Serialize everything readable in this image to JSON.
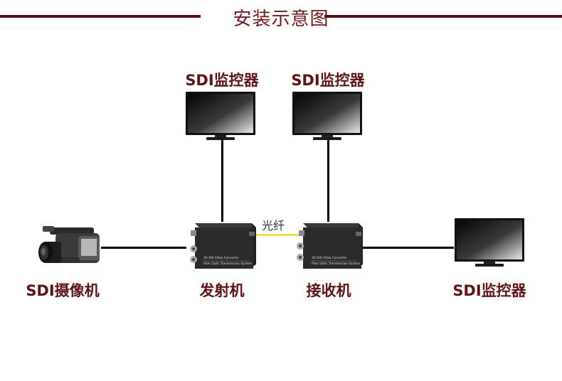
{
  "title": "安装示意图",
  "monitors": {
    "top_left": "SDI监控器",
    "top_right": "SDI监控器",
    "right": "SDI监控器"
  },
  "camera_label": "SDI摄像机",
  "transmitter_label": "发射机",
  "receiver_label": "接收机",
  "fiber_label": "光纤",
  "device_text": {
    "model": "3G-SDI Video Converter",
    "subtitle": "Fiber Optic Transmission System"
  },
  "colors": {
    "accent": "#5c1418",
    "fiber": "#f0e14a"
  }
}
